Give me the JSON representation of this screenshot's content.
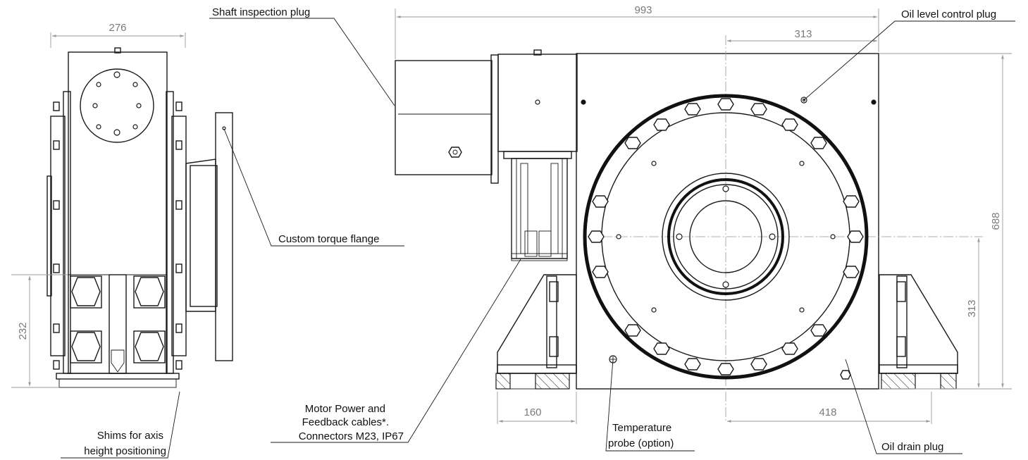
{
  "dimensions": {
    "side_width": "276",
    "side_height": "232",
    "total_length": "993",
    "top_offset": "313",
    "total_height": "688",
    "axis_height": "313",
    "foot_width": "160",
    "foot_spacing": "418"
  },
  "callouts": {
    "shaft_inspection_plug": "Shaft inspection plug",
    "oil_level_control_plug": "Oil level control plug",
    "custom_torque_flange": "Custom torque flange",
    "motor_cables_line1": "Motor Power and",
    "motor_cables_line2": "Feedback cables*.",
    "motor_cables_line3": "Connectors M23, IP67",
    "temperature_probe_line1": "Temperature",
    "temperature_probe_line2": "probe (option)",
    "shims_line1": "Shims for axis",
    "shims_line2": "height positioning",
    "oil_drain_plug": "Oil drain plug"
  }
}
